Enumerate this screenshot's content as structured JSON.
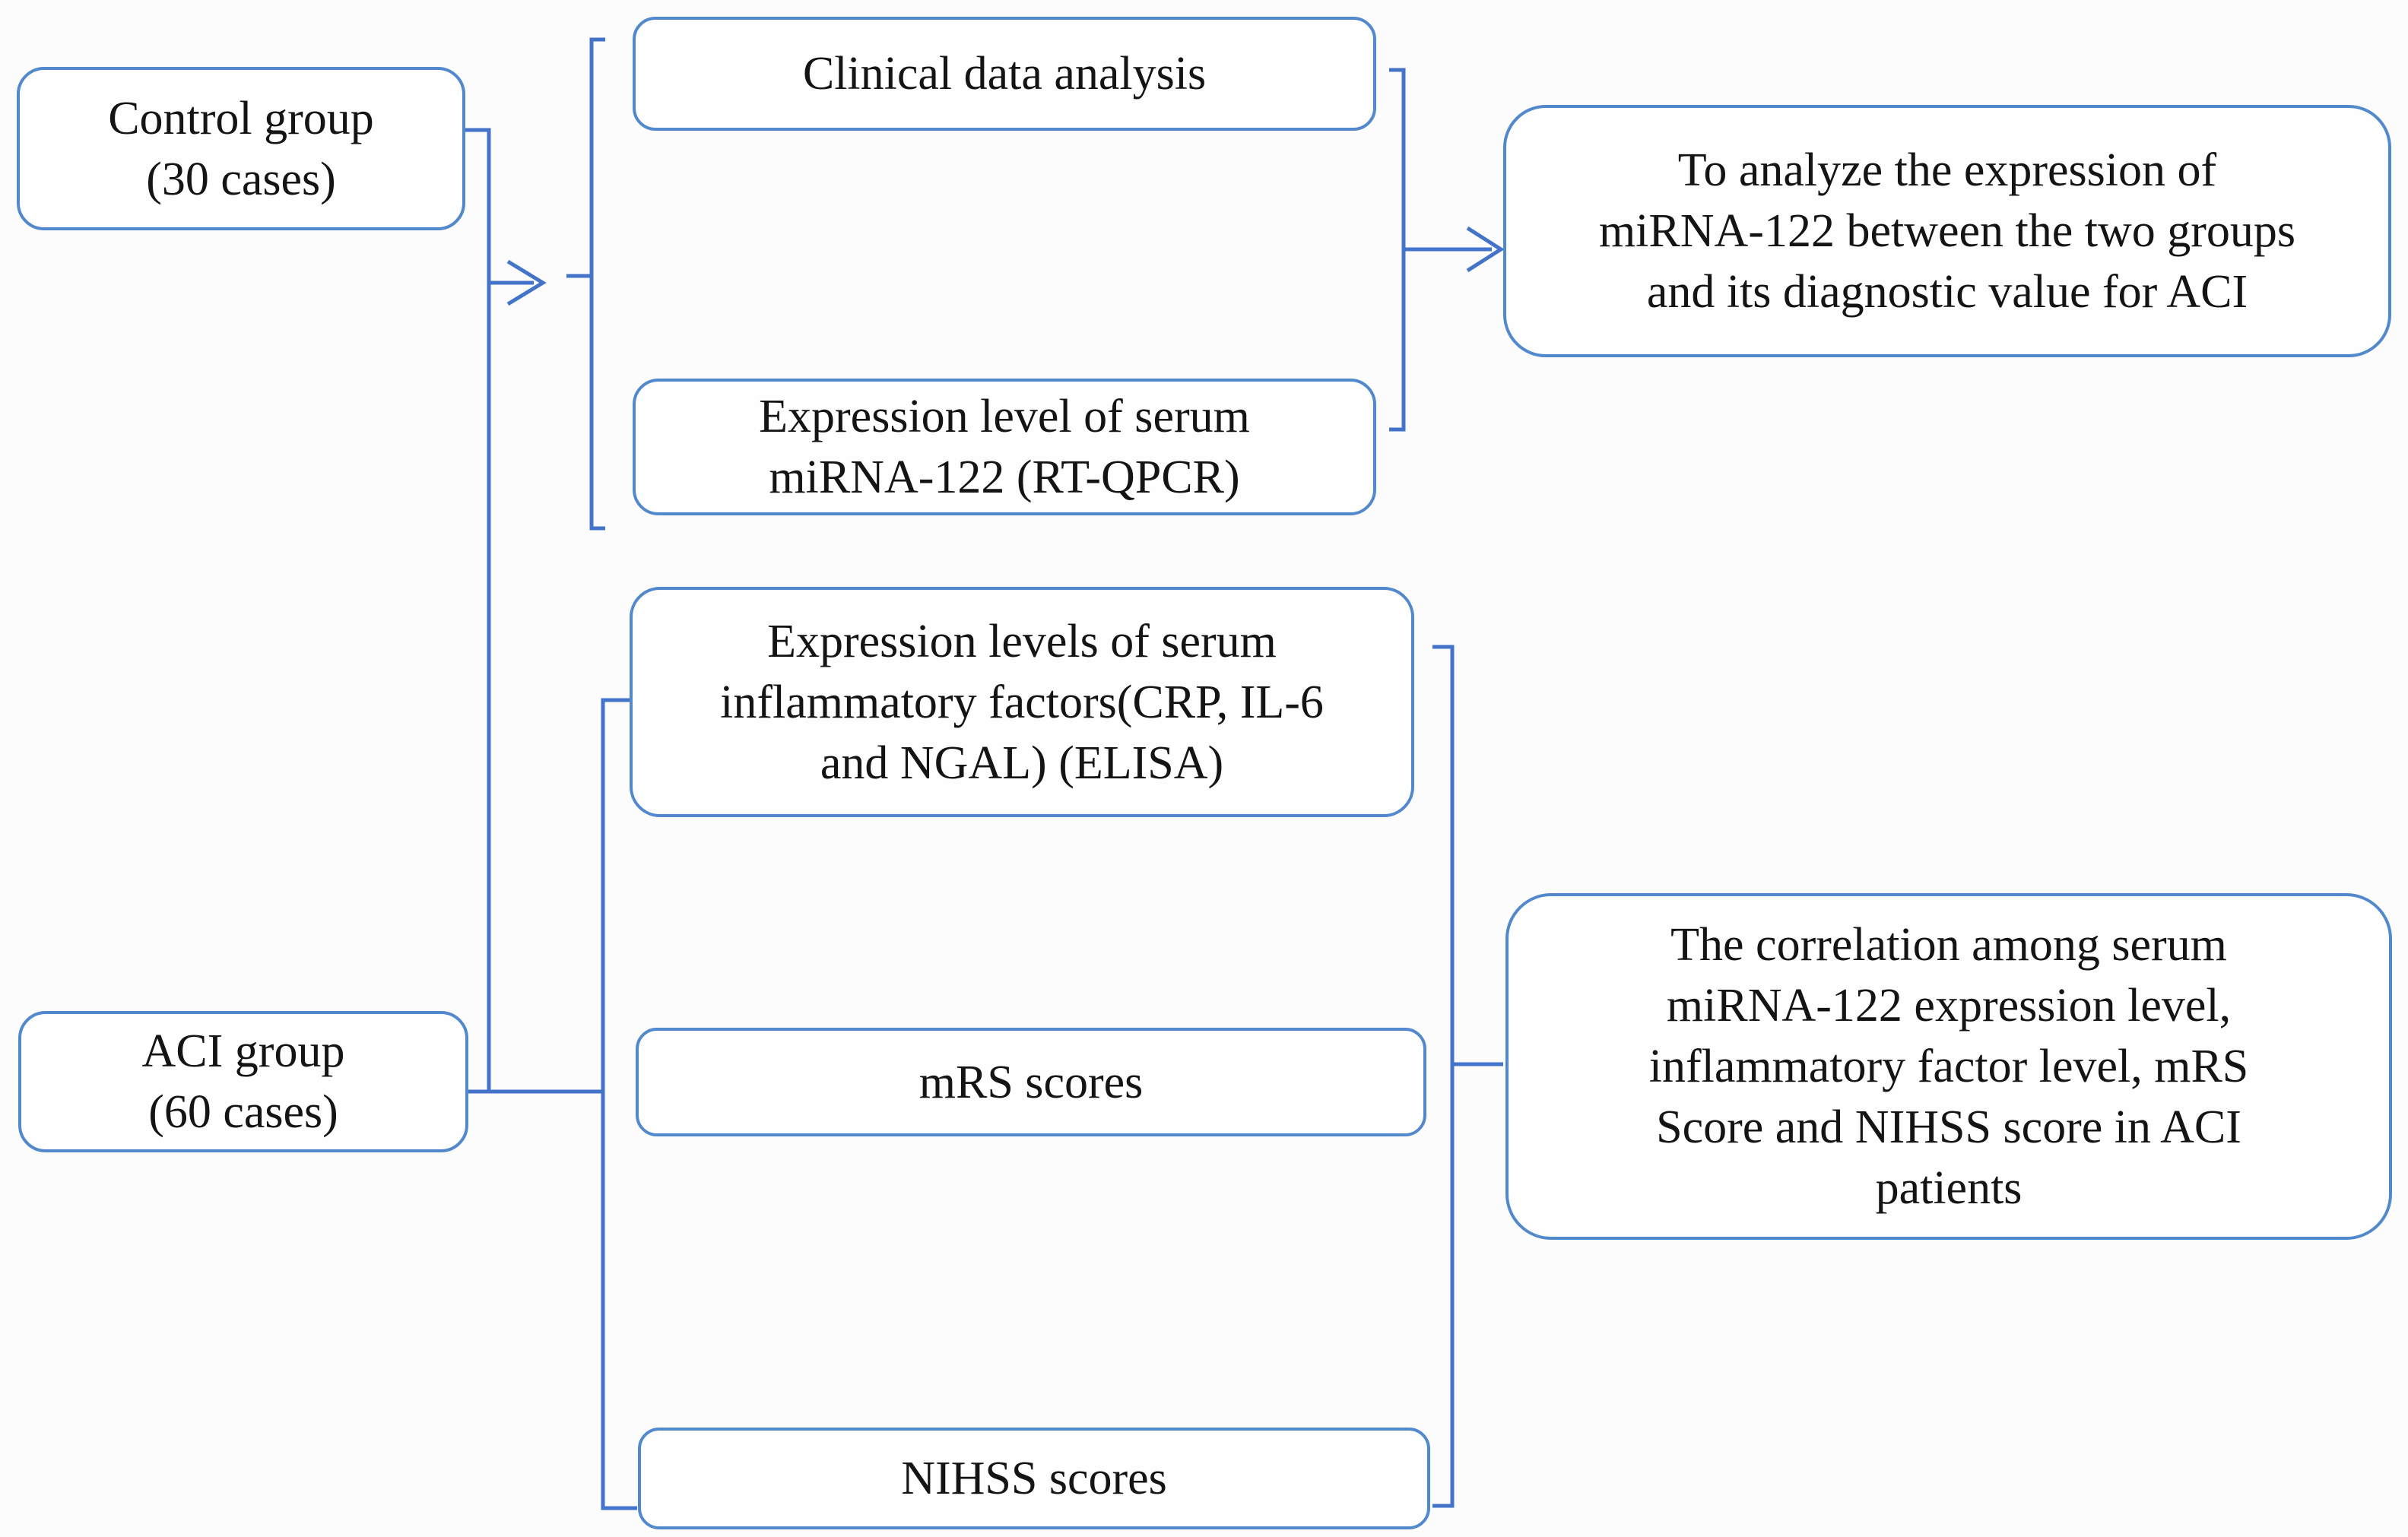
{
  "diagram": {
    "title": "Study design flowchart",
    "colors": {
      "line": "#4374c9",
      "box_border": "#5289cd",
      "box_fill": "#fefefe",
      "text": "#141414",
      "background": "#fcfcfc"
    },
    "nodes": {
      "control": {
        "label": "Control group\n(30 cases)"
      },
      "aci": {
        "label": "ACI group\n(60 cases)"
      },
      "clinical": {
        "label": "Clinical data analysis"
      },
      "expression": {
        "label": "Expression level of serum\nmiRNA-122 (RT-QPCR)"
      },
      "inflammatory": {
        "label": "Expression levels of serum\ninflammatory factors(CRP, IL-6\nand NGAL) (ELISA)"
      },
      "mrs": {
        "label": "mRS scores"
      },
      "nihss": {
        "label": "NIHSS scores"
      },
      "analyze": {
        "label": "To analyze the expression of\nmiRNA-122 between the two groups\nand its diagnostic value for ACI"
      },
      "correlation": {
        "label": "The correlation among serum\nmiRNA-122 expression level,\ninflammatory factor level, mRS\nScore and NIHSS score in ACI\npatients"
      }
    }
  }
}
